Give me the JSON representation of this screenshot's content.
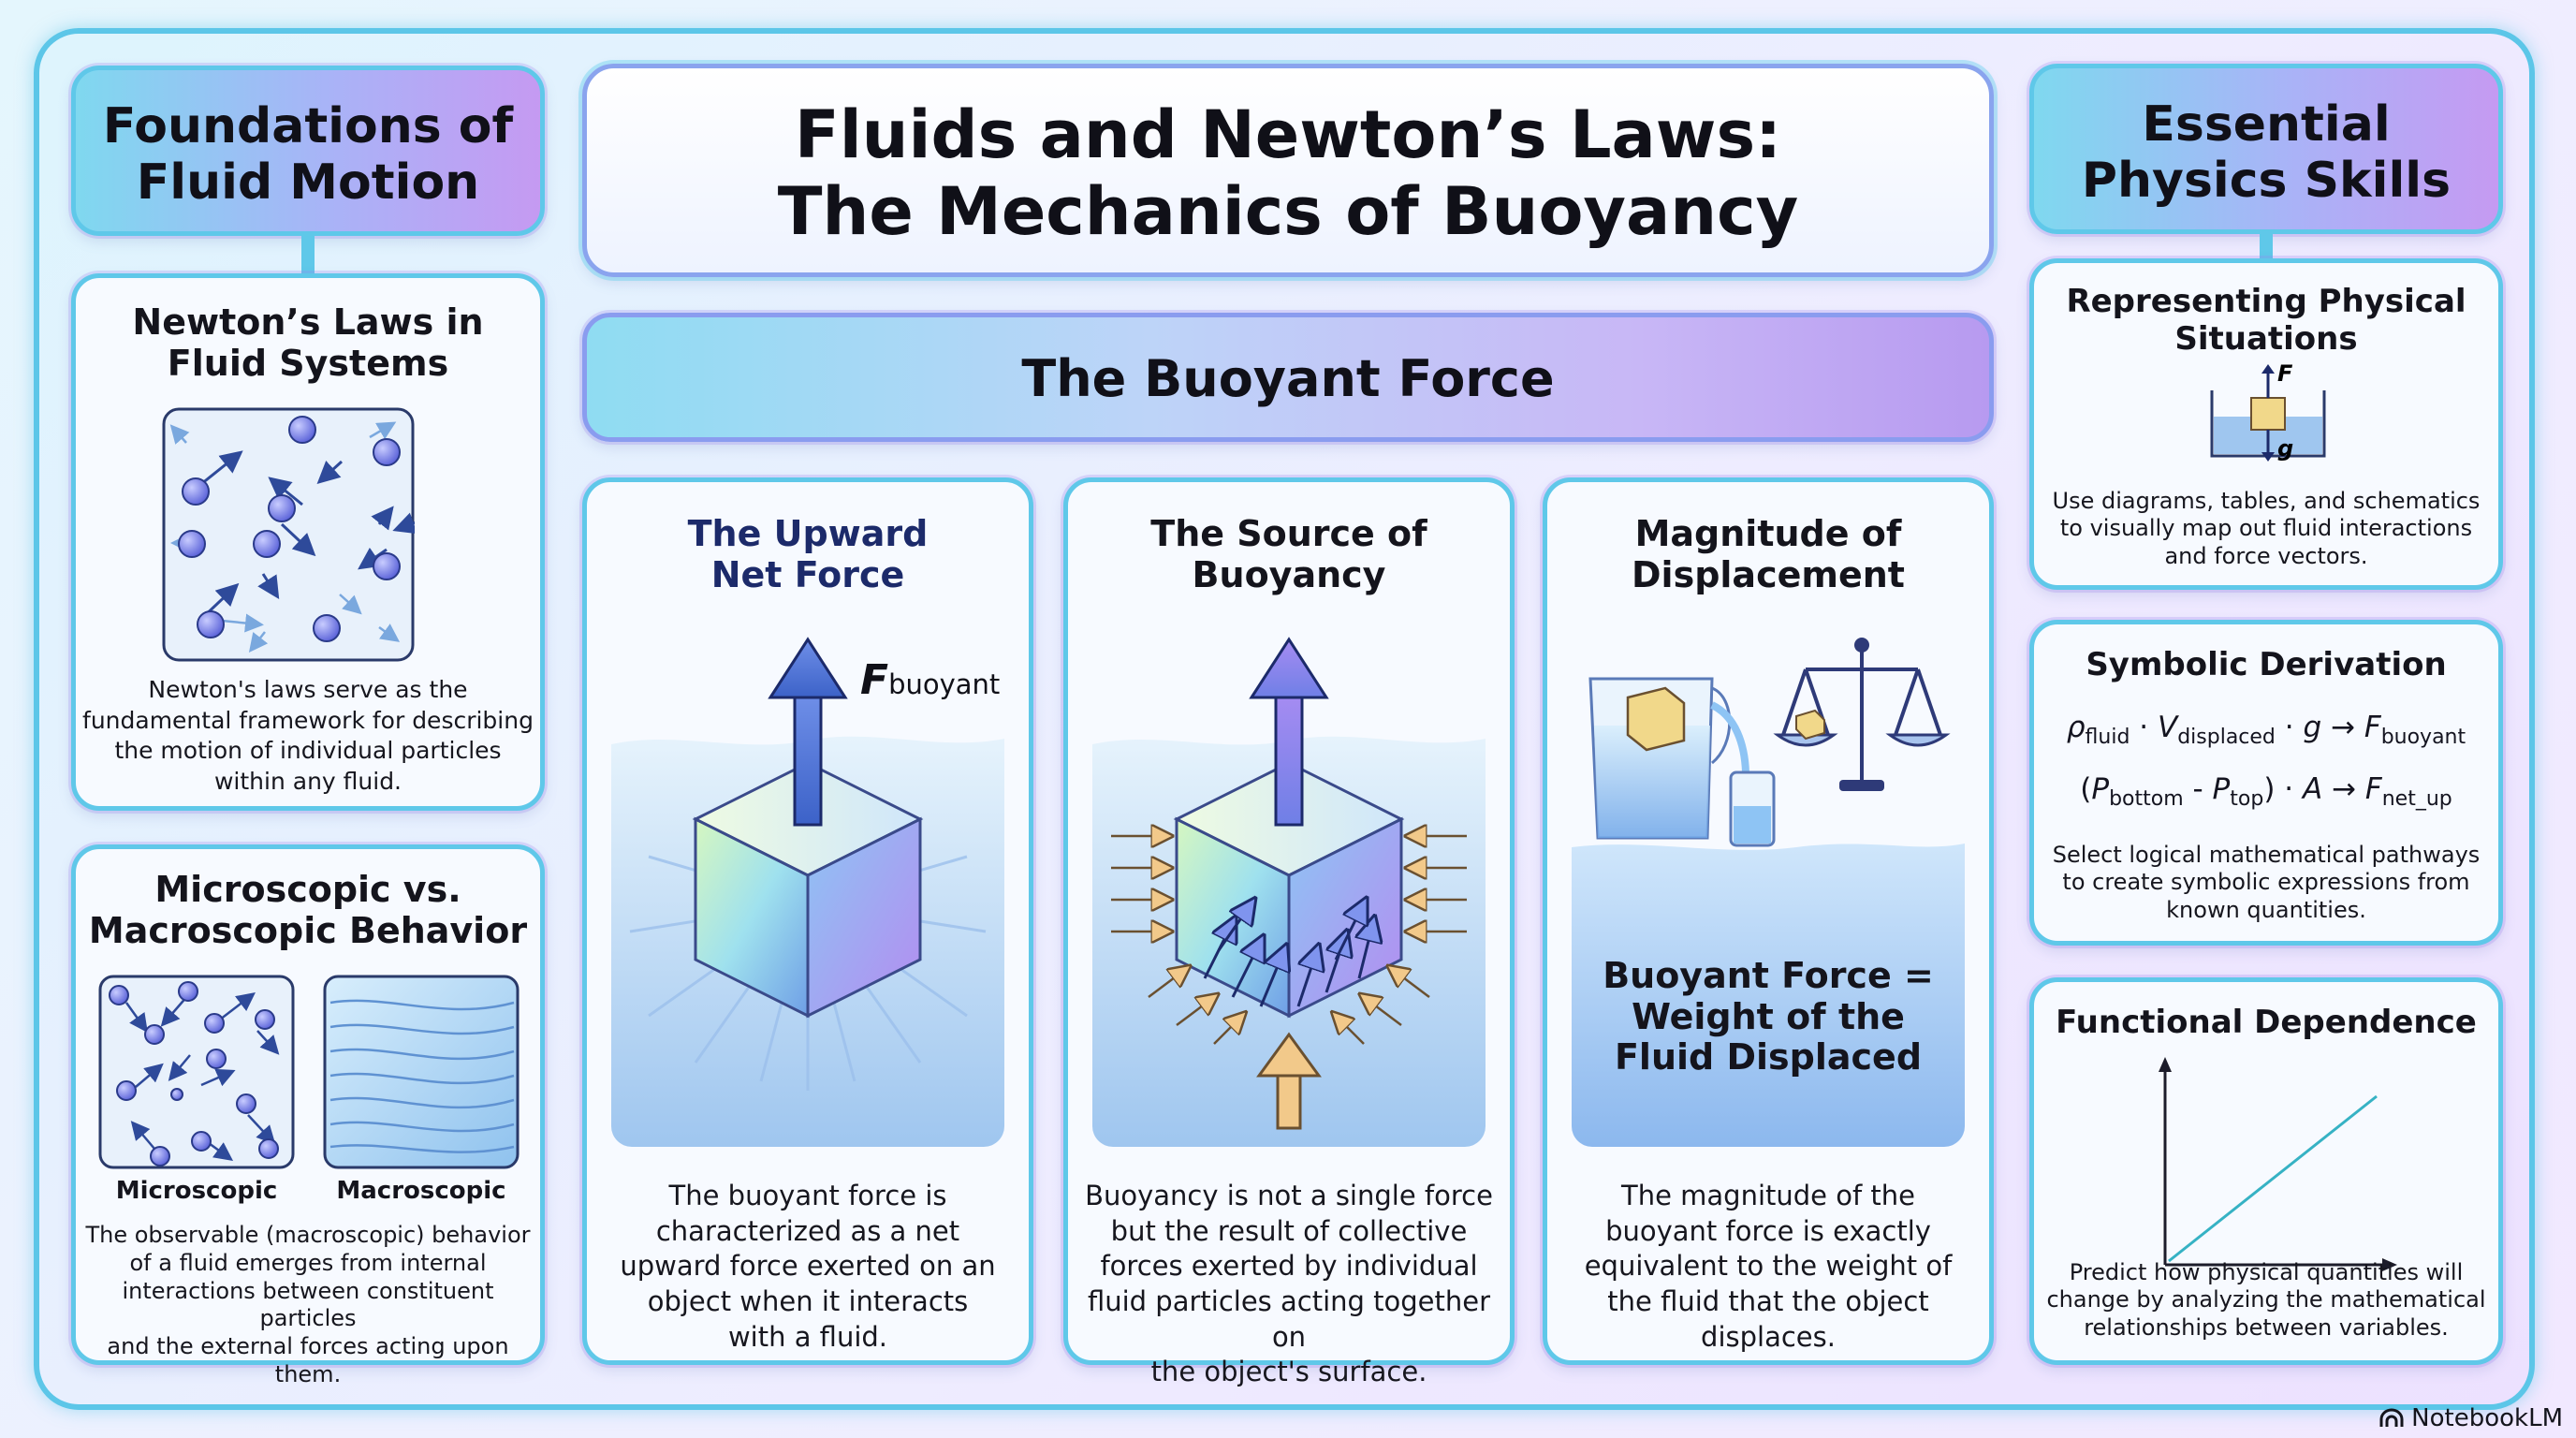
{
  "main_title": {
    "line1": "Fluids and Newton’s Laws:",
    "line2": "The Mechanics of Buoyancy"
  },
  "left": {
    "header": {
      "line1": "Foundations of",
      "line2": "Fluid Motion"
    },
    "newton_card": {
      "title1": "Newton’s Laws in",
      "title2": "Fluid Systems",
      "text": [
        "Newton's laws serve as the",
        "fundamental framework for describing",
        "the motion of individual particles",
        "within any fluid."
      ]
    },
    "micro_card": {
      "title1": "Microscopic vs.",
      "title2": "Macroscopic Behavior",
      "label_micro": "Microscopic",
      "label_macro": "Macroscopic",
      "text": [
        "The observable (macroscopic) behavior",
        "of a fluid emerges from internal",
        "interactions between constituent particles",
        "and the external forces acting upon them."
      ]
    }
  },
  "center": {
    "banner": "The Buoyant Force",
    "panels": [
      {
        "title1": "The Upward",
        "title2": "Net Force",
        "force_label": "F",
        "force_sub": "buoyant",
        "text": [
          "The buoyant force is",
          "characterized as a net",
          "upward force exerted on an",
          "object when it interacts",
          "with a fluid."
        ]
      },
      {
        "title1": "The Source of",
        "title2": "Buoyancy",
        "text": [
          "Buoyancy is not a single force",
          "but the result of collective",
          "forces exerted by individual",
          "fluid particles acting together on",
          "the object's surface."
        ]
      },
      {
        "title1": "Magnitude of",
        "title2": "Displacement",
        "equation": [
          "Buoyant Force =",
          "Weight of the",
          "Fluid Displaced"
        ],
        "text": [
          "The magnitude of the",
          "buoyant force is exactly",
          "equivalent to the weight of",
          "the fluid that the object",
          "displaces."
        ]
      }
    ]
  },
  "right": {
    "header": {
      "line1": "Essential",
      "line2": "Physics Skills"
    },
    "representing": {
      "title1": "Representing Physical",
      "title2": "Situations",
      "label_F": "F",
      "label_g": "g",
      "text": [
        "Use diagrams, tables, and schematics",
        "to visually map out fluid interactions",
        "and force vectors."
      ]
    },
    "symbolic": {
      "title": "Symbolic Derivation",
      "f1": {
        "rho": "ρ",
        "rho_sub": "fluid",
        "dot1": " · ",
        "V": "V",
        "V_sub": "displaced",
        "dot2": " · ",
        "g": "g",
        "arrow": " → ",
        "F": "F",
        "F_sub": "buoyant"
      },
      "f2": {
        "open": "(",
        "P1": "P",
        "P1_sub": "bottom",
        "minus": " - ",
        "P2": "P",
        "P2_sub": "top",
        "close": ") · ",
        "A": "A",
        "arrow": " → ",
        "F": "F",
        "F_sub": "net_up"
      },
      "text": [
        "Select logical mathematical pathways",
        "to create symbolic expressions from",
        "known quantities."
      ]
    },
    "functional": {
      "title": "Functional Dependence",
      "text": [
        "Predict how physical quantities will",
        "change by analyzing the mathematical",
        "relationships between variables."
      ]
    }
  },
  "watermark": "NotebookLM",
  "colors": {
    "accent_cyan": "#5fc8e9",
    "accent_purple": "#b38cf0",
    "arrow_navy": "#2e4a9a",
    "arrow_tan": "#f2c98a"
  }
}
